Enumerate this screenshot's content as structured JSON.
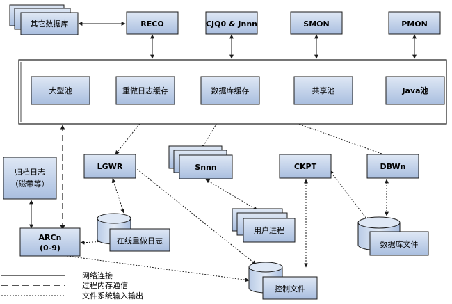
{
  "diagram": {
    "processes": {
      "reco": "RECO",
      "cjq": "CJQ0 & Jnnn",
      "smon": "SMON",
      "pmon": "PMON",
      "lgwr": "LGWR",
      "snnn": "Snnn",
      "ckpt": "CKPT",
      "dbwn": "DBWn",
      "arcn_line1": "ARCn",
      "arcn_line2": "(0-9)"
    },
    "sga": {
      "large_pool": "大型池",
      "redo_log_buffer": "重做日志缓存",
      "db_buffer": "数据库缓存",
      "shared_pool": "共享池",
      "java_pool": "Java池"
    },
    "files": {
      "other_db": "其它数据库",
      "archive_line1": "归档日志",
      "archive_line2": "（磁带等）",
      "online_redo": "在线重做日志",
      "user_process": "用户进程",
      "control_file": "控制文件",
      "data_file": "数据库文件"
    },
    "legend": {
      "network": "网络连接",
      "ipc": "过程内存通信",
      "file_io": "文件系统输入输出"
    },
    "colors": {
      "box_fill_top": "#dfe8f5",
      "box_fill_bottom": "#a9bedf",
      "stroke": "#1a1a1a"
    }
  }
}
